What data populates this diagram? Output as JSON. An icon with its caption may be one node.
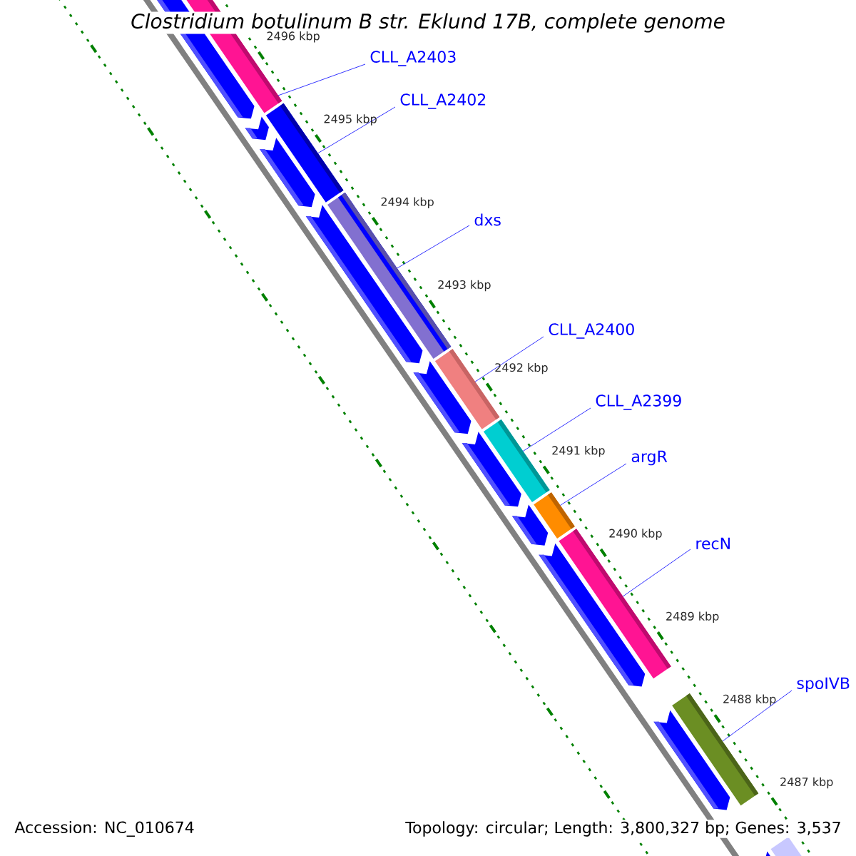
{
  "diagram": {
    "title": "Clostridium botulinum B str. Eklund 17B, complete genome",
    "nodes": [
      {
        "text": [
          "CLL_A2403"
        ]
      },
      {
        "text": [
          "CLL_A2402"
        ]
      },
      {
        "text": [
          "dxs"
        ]
      },
      {
        "text": [
          "CLL_A2400"
        ]
      },
      {
        "text": [
          "CLL_A2399"
        ]
      },
      {
        "text": [
          "argR"
        ]
      },
      {
        "text": [
          "recN"
        ]
      },
      {
        "text": [
          "spoIVB"
        ]
      },
      {
        "text": [],
        "shape": "bar"
      },
      {
        "text": [],
        "shape": "bar"
      },
      {
        "text": [],
        "shape": "bar"
      },
      {
        "text": [],
        "shape": "bar"
      },
      {
        "text": [],
        "shape": "bar"
      },
      {
        "text": [],
        "shape": "bar"
      },
      {
        "text": [],
        "shape": "bar"
      },
      {
        "text": [],
        "shape": "bar"
      }
    ],
    "edges": [
      {
        "from": 0,
        "to": 8,
        "arrow": "none"
      },
      {
        "from": 1,
        "to": 9,
        "arrow": "none"
      },
      {
        "from": 2,
        "to": 10,
        "arrow": "none"
      },
      {
        "from": 3,
        "to": 11,
        "arrow": "none"
      },
      {
        "from": 4,
        "to": 12,
        "arrow": "none"
      },
      {
        "from": 5,
        "to": 13,
        "arrow": "none"
      },
      {
        "from": 6,
        "to": 14,
        "arrow": "none"
      },
      {
        "from": 7,
        "to": 15,
        "arrow": "none"
      }
    ],
    "labels": [
      "2496 kbp",
      "2495 kbp",
      "2494 kbp",
      "2493 kbp",
      "2492 kbp",
      "2491 kbp",
      "2490 kbp",
      "2489 kbp",
      "2488 kbp",
      "2487 kbp",
      "Accession: NC_010674",
      "Topology: circular; Length: 3,800,327 bp; Genes: 3,537"
    ]
  }
}
